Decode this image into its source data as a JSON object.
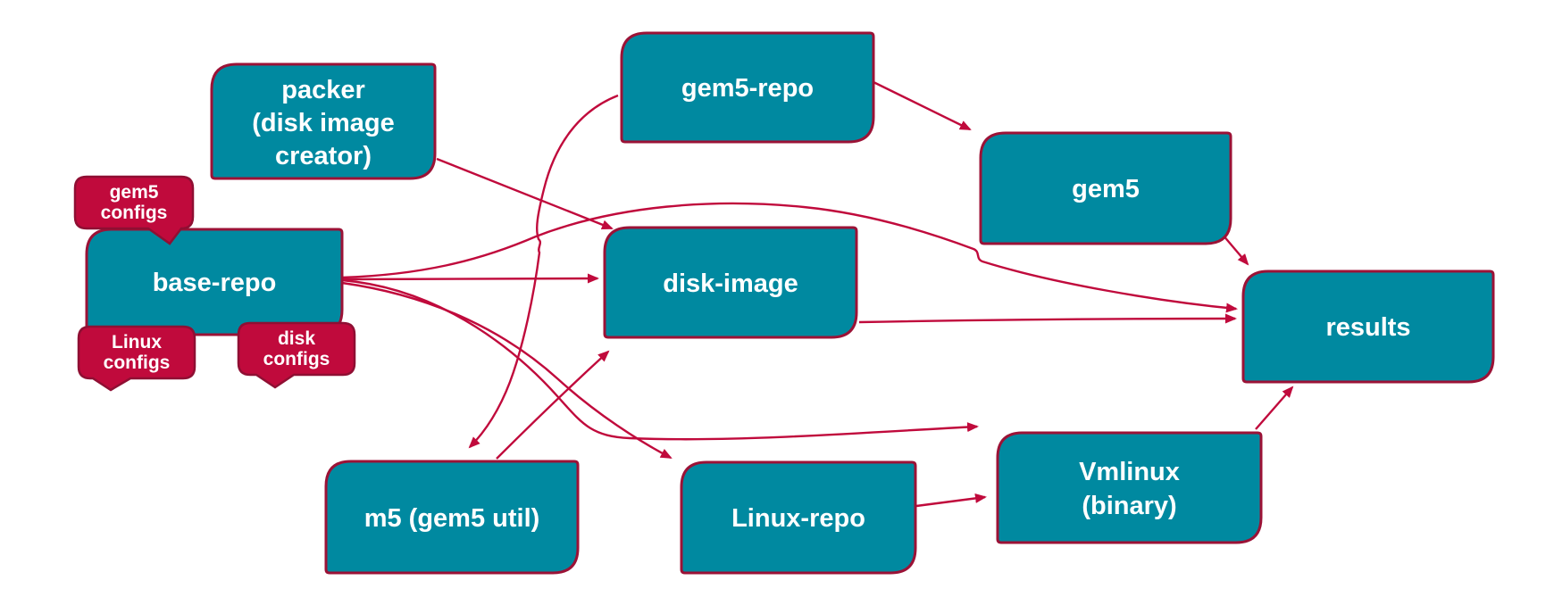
{
  "diagram": {
    "title": "",
    "background": "#ffffff",
    "colors": {
      "node_fill": "#0089A0",
      "node_border": "#9B1236",
      "arrow": "#C00A3C",
      "tag_fill": "#C00A3C",
      "tag_border": "#8F0F33",
      "text": "#FFFFFF"
    },
    "nodes": [
      {
        "id": "packer",
        "lines": [
          "packer",
          "(disk image",
          "creator)"
        ]
      },
      {
        "id": "gem5-repo",
        "lines": [
          "gem5-repo"
        ]
      },
      {
        "id": "gem5",
        "lines": [
          "gem5"
        ]
      },
      {
        "id": "base-repo",
        "lines": [
          "base-repo"
        ]
      },
      {
        "id": "disk-image",
        "lines": [
          "disk-image"
        ]
      },
      {
        "id": "results",
        "lines": [
          "results"
        ]
      },
      {
        "id": "m5",
        "lines": [
          "m5 (gem5 util)"
        ]
      },
      {
        "id": "linux-repo",
        "lines": [
          "Linux-repo"
        ]
      },
      {
        "id": "vmlinux",
        "lines": [
          "Vmlinux",
          "(binary)"
        ]
      }
    ],
    "tags": [
      {
        "id": "gem5-configs",
        "lines": [
          "gem5",
          "configs"
        ],
        "attached_to": "base-repo"
      },
      {
        "id": "linux-configs",
        "lines": [
          "Linux",
          "configs"
        ],
        "attached_to": "base-repo"
      },
      {
        "id": "disk-configs",
        "lines": [
          "disk",
          "configs"
        ],
        "attached_to": "base-repo"
      }
    ],
    "edges": [
      {
        "from": "packer",
        "to": "disk-image"
      },
      {
        "from": "base-repo",
        "to": "disk-image"
      },
      {
        "from": "base-repo",
        "to": "results"
      },
      {
        "from": "base-repo",
        "to": "linux-repo"
      },
      {
        "from": "base-repo",
        "to": "vmlinux"
      },
      {
        "from": "gem5-repo",
        "to": "m5"
      },
      {
        "from": "m5",
        "to": "disk-image"
      },
      {
        "from": "gem5-repo",
        "to": "gem5"
      },
      {
        "from": "gem5",
        "to": "results"
      },
      {
        "from": "disk-image",
        "to": "results"
      },
      {
        "from": "linux-repo",
        "to": "vmlinux"
      },
      {
        "from": "vmlinux",
        "to": "results"
      }
    ]
  }
}
